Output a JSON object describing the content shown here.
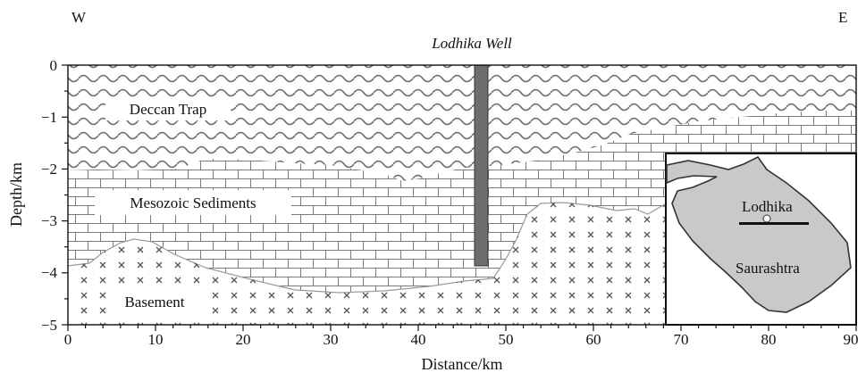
{
  "compass": {
    "west": "W",
    "east": "E"
  },
  "well_label": "Lodhika Well",
  "axes": {
    "xlabel": "Distance/km",
    "ylabel": "Depth/km",
    "xlim": [
      0,
      90
    ],
    "ylim": [
      -5,
      0
    ],
    "x_ticks": [
      "0",
      "10",
      "20",
      "30",
      "40",
      "50",
      "60",
      "70",
      "80",
      "90"
    ],
    "y_ticks": [
      "0",
      "−1",
      "−2",
      "−3",
      "−4",
      "−5"
    ]
  },
  "layers": {
    "deccan": "Deccan Trap",
    "mesozoic": "Mesozoic Sediments",
    "basement": "Basement"
  },
  "inset": {
    "place": "Lodhika",
    "region": "Saurashtra"
  },
  "colors": {
    "well": "#6d6d6d",
    "inset_land": "#c9c9c9",
    "pattern_line": "#7a7a7a",
    "basement_mark": "#555555"
  }
}
